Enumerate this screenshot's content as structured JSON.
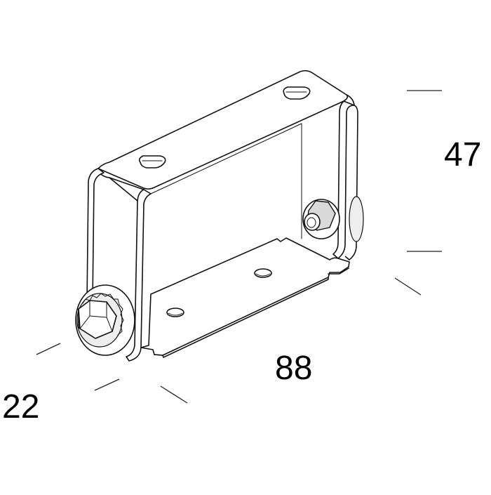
{
  "drawing": {
    "dimensions": {
      "height": "47",
      "width": "88",
      "depth": "22"
    },
    "colors": {
      "line": "#111111",
      "hardware_fill": "#d9d9d9",
      "background": "#ffffff"
    }
  }
}
